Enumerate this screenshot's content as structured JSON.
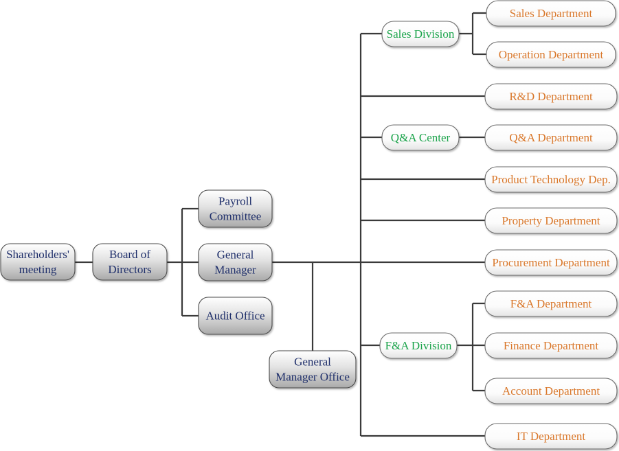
{
  "colors": {
    "connector": "#3a3a3a",
    "gray_text": "#1f2f6b",
    "green_text": "#1aa34a",
    "orange_text": "#d9772a",
    "box_border": "#4a4a4a",
    "white_box_border": "#6a6a6a"
  },
  "nodes": {
    "shareholders": {
      "lines": [
        "Shareholders'",
        "meeting"
      ]
    },
    "board": {
      "lines": [
        "Board of",
        "Directors"
      ]
    },
    "payroll": {
      "lines": [
        "Payroll",
        "Committee"
      ]
    },
    "gm": {
      "lines": [
        "General",
        "Manager"
      ]
    },
    "audit": {
      "lines": [
        "Audit Office"
      ]
    },
    "gmo": {
      "lines": [
        "General",
        "Manager Office"
      ]
    },
    "sales_div": {
      "lines": [
        "Sales Division"
      ]
    },
    "qa_center": {
      "lines": [
        "Q&A Center"
      ]
    },
    "fa_div": {
      "lines": [
        "F&A Division"
      ]
    },
    "sales_dep": {
      "lines": [
        "Sales Department"
      ]
    },
    "operation_dep": {
      "lines": [
        "Operation Department"
      ]
    },
    "rd_dep": {
      "lines": [
        "R&D Department"
      ]
    },
    "qa_dep": {
      "lines": [
        "Q&A Department"
      ]
    },
    "product_tech": {
      "lines": [
        "Product Technology Dep."
      ]
    },
    "property_dep": {
      "lines": [
        "Property Department"
      ]
    },
    "procurement_dep": {
      "lines": [
        "Procurement Department"
      ]
    },
    "fa_dep": {
      "lines": [
        "F&A Department"
      ]
    },
    "finance_dep": {
      "lines": [
        "Finance Department"
      ]
    },
    "account_dep": {
      "lines": [
        "Account Department"
      ]
    },
    "it_dep": {
      "lines": [
        "IT Department"
      ]
    }
  }
}
